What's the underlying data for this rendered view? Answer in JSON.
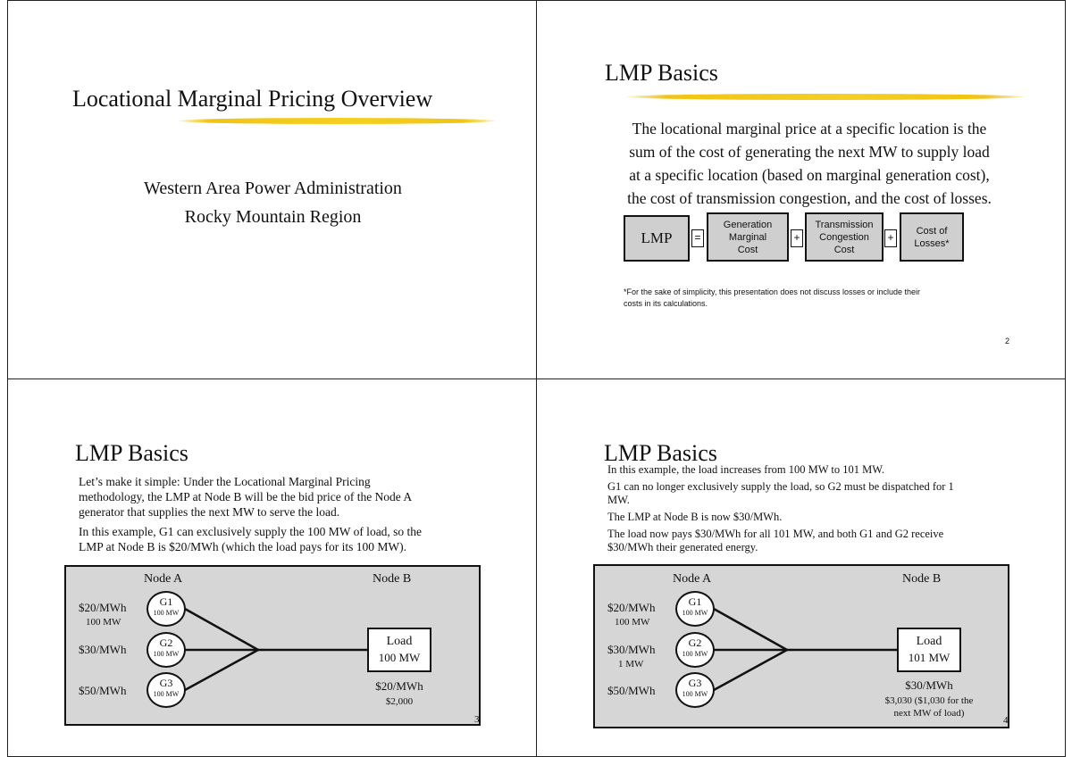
{
  "slide1": {
    "title": "Locational Marginal Pricing Overview",
    "subtitle_line1": "Western Area Power Administration",
    "subtitle_line2": "Rocky Mountain Region"
  },
  "slide2": {
    "title": "LMP Basics",
    "body_lines": [
      "The locational marginal price at a specific location is the",
      "sum of the cost of generating the next MW to supply load",
      "at a specific location (based on marginal generation cost),",
      "the cost of transmission congestion, and the cost of losses."
    ],
    "equation": {
      "lmp": "LMP",
      "equals": "=",
      "plus": "+",
      "gen_cost": [
        "Generation",
        "Marginal",
        "Cost"
      ],
      "trans_cost": [
        "Transmission",
        "Congestion",
        "Cost"
      ],
      "losses": [
        "Cost of",
        "Losses*"
      ]
    },
    "footnote_lines": [
      "*For the sake of simplicity, this presentation does not discuss losses or include their",
      "costs in its calculations."
    ],
    "page_number": "2"
  },
  "slide3": {
    "title": "LMP Basics",
    "para1_lines": [
      "Let’s make it simple:  Under the Locational Marginal Pricing",
      "methodology, the LMP at Node B will be the bid price of the Node A",
      "generator that supplies the next MW to serve the load."
    ],
    "para2_lines": [
      "In this example, G1 can exclusively supply the 100 MW of load, so the",
      "LMP at Node B is $20/MWh (which the load pays for its 100 MW)."
    ],
    "diagram": {
      "node_a": "Node A",
      "node_b": "Node B",
      "generators": [
        {
          "name": "G1",
          "capacity": "100 MW",
          "price": "$20/MWh",
          "dispatch": "100 MW"
        },
        {
          "name": "G2",
          "capacity": "100 MW",
          "price": "$30/MWh",
          "dispatch": ""
        },
        {
          "name": "G3",
          "capacity": "100 MW",
          "price": "$50/MWh",
          "dispatch": ""
        }
      ],
      "load_label": "Load",
      "load_mw": "100 MW",
      "lmp_value": "$20/MWh",
      "payment_lines": [
        "$2,000"
      ],
      "corner_number": "3"
    }
  },
  "slide4": {
    "title": "LMP Basics",
    "paragraphs": [
      [
        "In this example, the load increases from 100 MW to 101 MW."
      ],
      [
        "G1 can no longer exclusively supply the load, so G2 must be dispatched for 1",
        "MW."
      ],
      [
        "The LMP at Node B is now $30/MWh."
      ],
      [
        "The load now pays $30/MWh for all 101 MW, and both G1 and G2 receive",
        "$30/MWh their generated energy."
      ]
    ],
    "diagram": {
      "node_a": "Node A",
      "node_b": "Node B",
      "generators": [
        {
          "name": "G1",
          "capacity": "100 MW",
          "price": "$20/MWh",
          "dispatch": "100 MW"
        },
        {
          "name": "G2",
          "capacity": "100 MW",
          "price": "$30/MWh",
          "dispatch": "1 MW"
        },
        {
          "name": "G3",
          "capacity": "100 MW",
          "price": "$50/MWh",
          "dispatch": ""
        }
      ],
      "load_label": "Load",
      "load_mw": "101 MW",
      "lmp_value": "$30/MWh",
      "payment_lines": [
        "$3,030 ($1,030 for the",
        "next MW of load)"
      ],
      "corner_number": "4"
    }
  }
}
